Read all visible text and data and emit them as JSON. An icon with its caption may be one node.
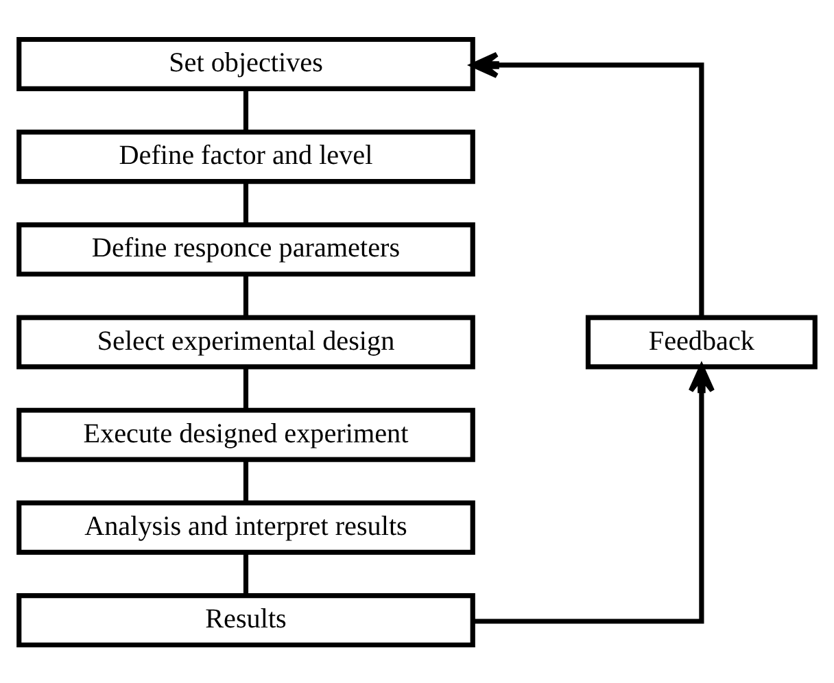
{
  "diagram": {
    "nodes": [
      {
        "text": [
          "Set objectives"
        ]
      },
      {
        "text": [
          "Define factor and level"
        ]
      },
      {
        "text": [
          "Define responce parameters"
        ]
      },
      {
        "text": [
          "Select experimental design"
        ]
      },
      {
        "text": [
          "Execute designed experiment"
        ]
      },
      {
        "text": [
          "Analysis and interpret results"
        ]
      },
      {
        "text": [
          "Results"
        ]
      },
      {
        "text": [
          "Feedback"
        ]
      }
    ],
    "edges": [
      {
        "from": 0,
        "to": 1,
        "arrow": "none"
      },
      {
        "from": 1,
        "to": 2,
        "arrow": "none"
      },
      {
        "from": 2,
        "to": 3,
        "arrow": "none"
      },
      {
        "from": 3,
        "to": 4,
        "arrow": "none"
      },
      {
        "from": 4,
        "to": 5,
        "arrow": "none"
      },
      {
        "from": 5,
        "to": 6,
        "arrow": "none"
      },
      {
        "from": 6,
        "to": 7,
        "arrow": "to"
      },
      {
        "from": 7,
        "to": 0,
        "arrow": "to"
      }
    ]
  }
}
